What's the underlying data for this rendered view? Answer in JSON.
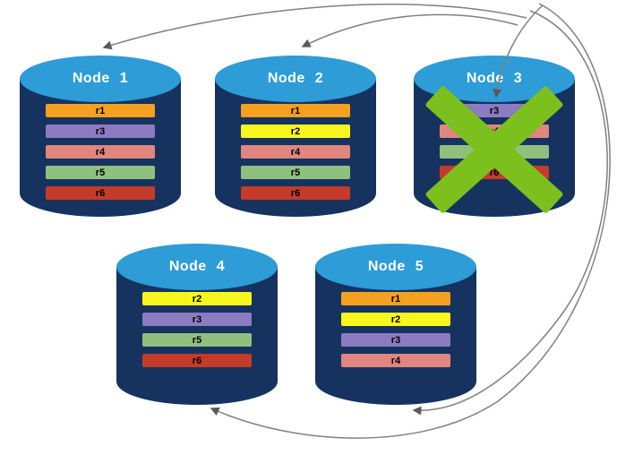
{
  "diagram": {
    "type": "distributed-database-replication",
    "colors": {
      "cylinder_body": "#16335F",
      "cylinder_top": "#2D9CD7",
      "node_label_text": "#FFFFFF",
      "row_text": "#000000",
      "arrow": "#808080",
      "arrow_head": "#5A5A5A",
      "failure_x": "#7CC01D"
    },
    "row_colors": {
      "r1": "#F5A01E",
      "r2": "#F8F71D",
      "r3": "#8D7BC1",
      "r4": "#E0867E",
      "r5": "#90C07F",
      "r6": "#C43B2A"
    },
    "nodes": [
      {
        "label": "Node 1",
        "failed": false,
        "rows": [
          "r1",
          "r3",
          "r4",
          "r5",
          "r6"
        ]
      },
      {
        "label": "Node 2",
        "failed": false,
        "rows": [
          "r1",
          "r2",
          "r4",
          "r5",
          "r6"
        ]
      },
      {
        "label": "Node 3",
        "failed": true,
        "rows": [
          "r3",
          "r4",
          "r5",
          "r6"
        ]
      },
      {
        "label": "Node 4",
        "failed": false,
        "rows": [
          "r2",
          "r3",
          "r5",
          "r6"
        ]
      },
      {
        "label": "Node 5",
        "failed": false,
        "rows": [
          "r1",
          "r2",
          "r3",
          "r4"
        ]
      }
    ],
    "failure_marker": {
      "node": "Node 3",
      "symbol": "X"
    },
    "arrows": [
      {
        "target": "Node 1"
      },
      {
        "target": "Node 2"
      },
      {
        "target": "Node 3"
      },
      {
        "target": "Node 4"
      },
      {
        "target": "Node 5"
      }
    ]
  }
}
